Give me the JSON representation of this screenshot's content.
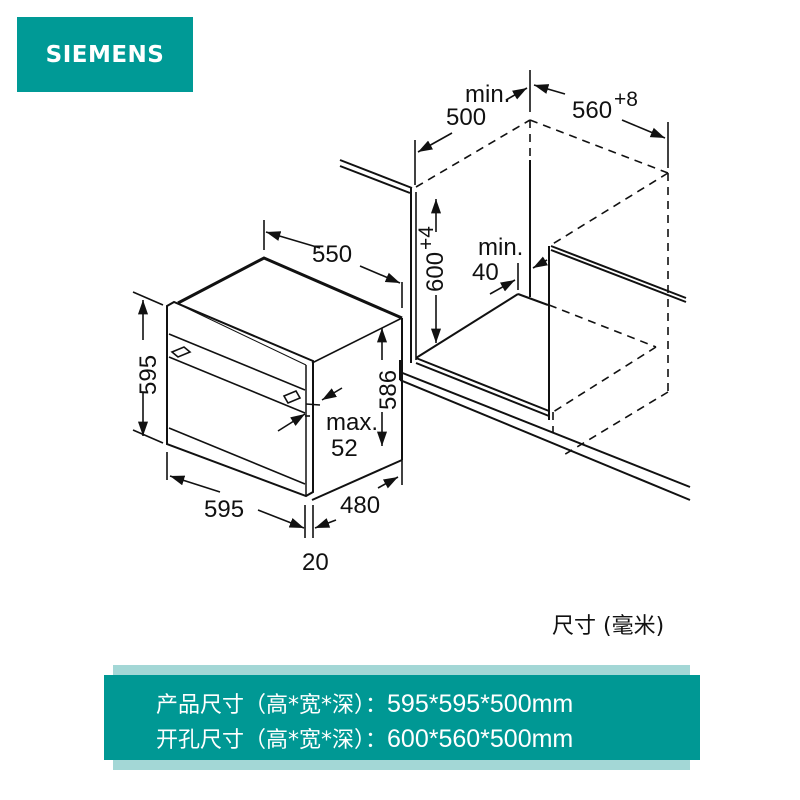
{
  "brand": {
    "logo_text": "SIEMENS",
    "color": "#009a96"
  },
  "diagram": {
    "oven": {
      "depth": "550",
      "height": "595",
      "inner_height": "586",
      "width": "595",
      "body_width": "480",
      "front_thickness": "20",
      "handle_projection_label": "max.",
      "handle_projection": "52"
    },
    "cabinet": {
      "depth_label": "min.",
      "depth": "500",
      "width": "560",
      "width_tolerance": "+8",
      "height": "600",
      "height_tolerance": "+4",
      "back_gap_label": "min.",
      "back_gap": "40"
    }
  },
  "unit_label": "尺寸 (毫米)",
  "specs": {
    "background_color": "#009894",
    "accent_color": "#a3d7d6",
    "rows": [
      {
        "label": "产品尺寸（高*宽*深）：",
        "value": "595*595*500mm"
      },
      {
        "label": "开孔尺寸（高*宽*深）：",
        "value": "600*560*500mm"
      }
    ]
  }
}
